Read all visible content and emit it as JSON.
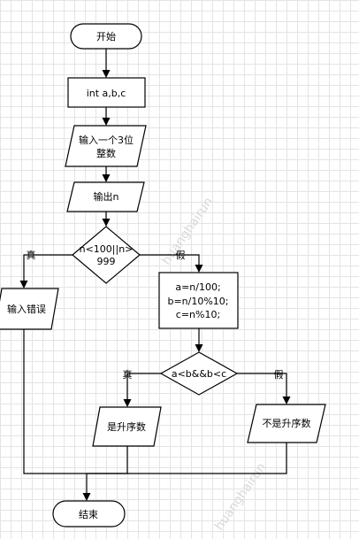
{
  "nodes": {
    "start": "开始",
    "declare": "int a,b,c",
    "input_line1": "输入一个3位",
    "input_line2": "整数",
    "output": "输出n",
    "cond1_line1": "n<100||n>",
    "cond1_line2": "999",
    "error": "输入错误",
    "calc_a": "a=n/100;",
    "calc_b": "b=n/10%10;",
    "calc_c": "c=n%10;",
    "cond2": "a<b&&b<c",
    "ascending": "是升序数",
    "not_ascending": "不是升序数",
    "end": "结束"
  },
  "labels": {
    "cond1_true": "真",
    "cond1_false": "假",
    "cond2_true": "真",
    "cond2_false": "假"
  },
  "watermark": "huanghairun"
}
